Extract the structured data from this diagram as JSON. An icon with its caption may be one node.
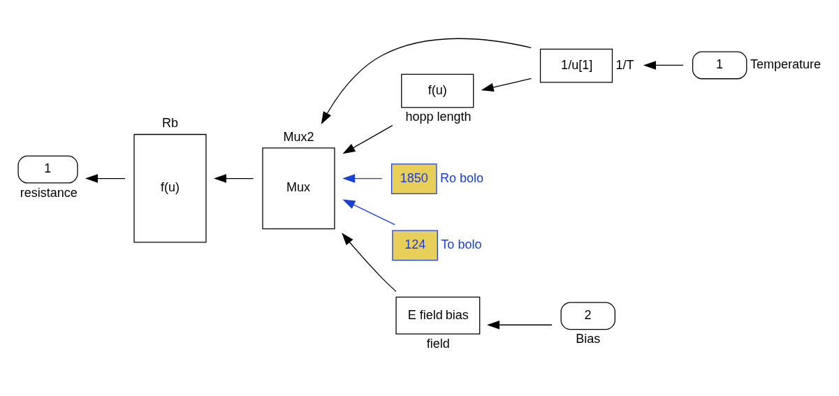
{
  "diagram": {
    "nodes": [
      {
        "text": [
          "1"
        ],
        "beside": [
          "Temperature"
        ]
      },
      {
        "text": [
          "1/u[1]"
        ],
        "beside": [
          "1/T"
        ]
      },
      {
        "text": [
          "1850"
        ],
        "beside": [
          "Ro bolo"
        ]
      },
      {
        "text": [
          "124"
        ],
        "beside": [
          "To bolo"
        ]
      },
      {
        "text": [
          "Mux2",
          "Mux"
        ]
      },
      {
        "text": [
          "E field",
          "bias",
          "field"
        ]
      },
      {
        "text": [
          "2"
        ],
        "beside": [
          "Bias"
        ]
      },
      {
        "text": [
          "f(u)",
          "hopp length"
        ]
      },
      {
        "text": [
          "Rb",
          "f(u)"
        ]
      },
      {
        "text": [
          "1"
        ],
        "beside": [
          "resistance"
        ]
      }
    ],
    "edges": [
      {
        "from": 0,
        "to": 1,
        "arrow": "to"
      },
      {
        "from": 2,
        "to": 4,
        "arrow": "to",
        "color": "#1a3fd6"
      },
      {
        "from": 3,
        "to": 4,
        "arrow": "to",
        "color": "#1a3fd6"
      },
      {
        "from": 1,
        "to": 4,
        "arrow": "to"
      },
      {
        "from": 1,
        "to": 7,
        "arrow": "to"
      },
      {
        "from": 6,
        "to": 5,
        "arrow": "to"
      },
      {
        "from": 5,
        "to": 4,
        "arrow": "to"
      },
      {
        "from": 7,
        "to": 4,
        "arrow": "to"
      },
      {
        "from": 4,
        "to": 8,
        "arrow": "to"
      },
      {
        "from": 8,
        "to": 9,
        "arrow": "to"
      }
    ]
  }
}
